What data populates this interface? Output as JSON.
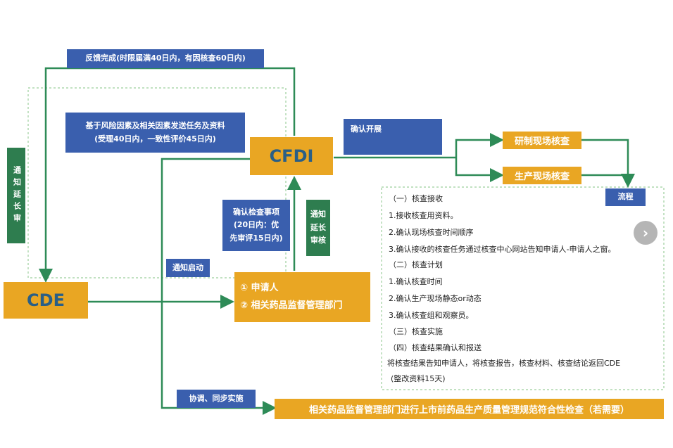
{
  "nodes": {
    "cde": "CDE",
    "cfdi": "CFDI",
    "applicant_line1": "① 申请人",
    "applicant_line2": "② 相关药品监督管理部门",
    "rd_inspection": "研制现场核查",
    "production_inspection": "生产现场核查",
    "process": "流程"
  },
  "labels": {
    "feedback": "反馈完成(时限届满40日内，有因核查60日内)",
    "send_tasks_line1": "基于风险因素及相关因素发送任务及资料",
    "send_tasks_line2": "(受理40日内，一致性评价45日内)",
    "confirm_start": "确认开展",
    "confirm_items_line1": "确认检查事项",
    "confirm_items_line2": "(20日内：优",
    "confirm_items_line3": "先审评15日内)",
    "notify_start": "通知启动",
    "coordinate": "协调、同步实施",
    "gmp_check": "相关药品监督管理部门进行上市前药品生产质量管理规范符合性检查（若需要）",
    "notify_extend_review": "通知延长审",
    "notify_extend_audit": "通知延长审核"
  },
  "steps": [
    "（一）核查接收",
    "1.接收核查用资料。",
    "2.确认现场核查时间顺序",
    "3.确认接收的核查任务通过核查中心网站告知申请人-申请人之窗。",
    "（二）核查计划",
    "1.确认核查时间",
    "2.确认生产现场静态or动态",
    "3.确认核查组和观察员。",
    "（三）核查实施",
    "（四）核查结果确认和报送",
    "将核查结果告知申请人，将核查报告，核查材料、核查结论返回CDE",
    "(整改资料15天)"
  ],
  "controls": {
    "next": "›"
  },
  "colors": {
    "blue": "#3a5fae",
    "green": "#2e7d4f",
    "orange": "#e9a623",
    "navy_text": "#2a5f86",
    "arrow": "#2e8b57",
    "dashed": "#9ccf9c"
  }
}
